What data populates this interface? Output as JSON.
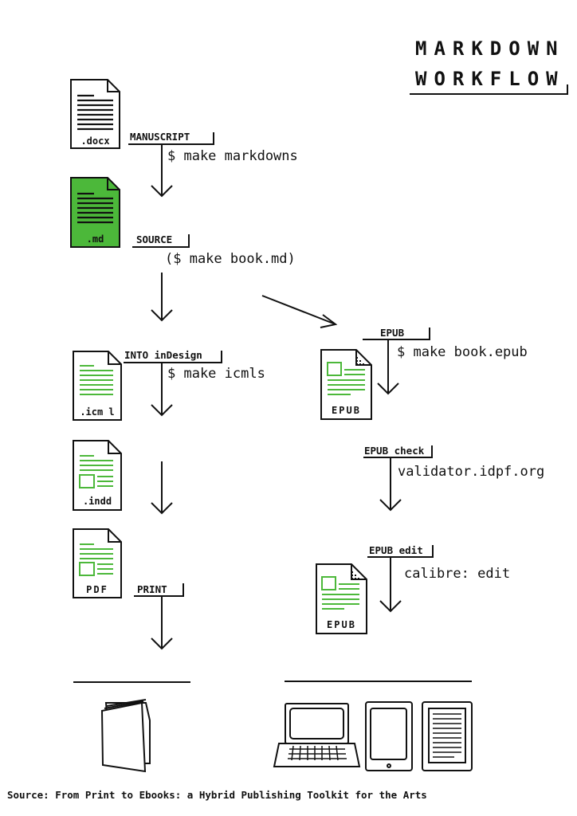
{
  "title": {
    "line1": "MARKDOWN",
    "line2": "WORKFLOW"
  },
  "colors": {
    "ink": "#111111",
    "accent": "#4cb83a"
  },
  "files": {
    "docx": ".docx",
    "md": ".md",
    "icml": ".icm l",
    "indd": ".indd",
    "pdf": "PDF",
    "epub1": "EPUB",
    "epub2": "EPUB"
  },
  "steps": {
    "manuscript": {
      "label": "MANUSCRIPT",
      "command": "$ make markdowns"
    },
    "source": {
      "label": "SOURCE",
      "command": "($ make book.md)"
    },
    "indesign": {
      "label": "INTO inDesign",
      "command": "$ make icmls"
    },
    "print": {
      "label": "PRINT"
    },
    "epub": {
      "label": "EPUB",
      "command": "$ make book.epub"
    },
    "epub_check": {
      "label": "EPUB check",
      "command": "validator.idpf.org"
    },
    "epub_edit": {
      "label": "EPUB edit",
      "command": "calibre: edit"
    }
  },
  "outputs": {
    "print": [
      "booklet-icon"
    ],
    "digital": [
      "laptop-icon",
      "tablet-icon",
      "ereader-icon"
    ]
  },
  "source_note": "Source: From Print to Ebooks: a Hybrid Publishing Toolkit for the Arts"
}
